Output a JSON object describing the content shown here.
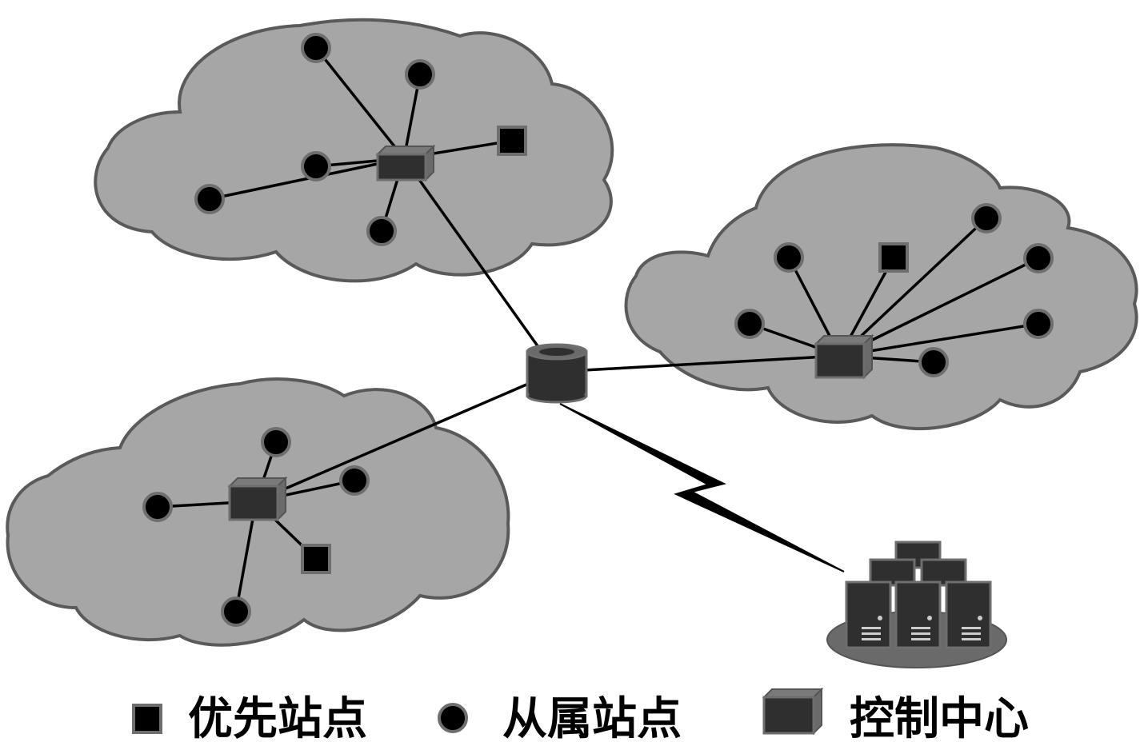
{
  "legend": {
    "priority_label": "优先站点",
    "slave_label": "从属站点",
    "control_label": "控制中心"
  },
  "colors": {
    "cloud_fill": "#a6a6a6",
    "cloud_stroke": "#5a5a5a",
    "node_fill": "#000000",
    "node_stroke": "#6e6e6e",
    "box_front": "#2f2f2f",
    "box_top": "#6e6e6e"
  }
}
